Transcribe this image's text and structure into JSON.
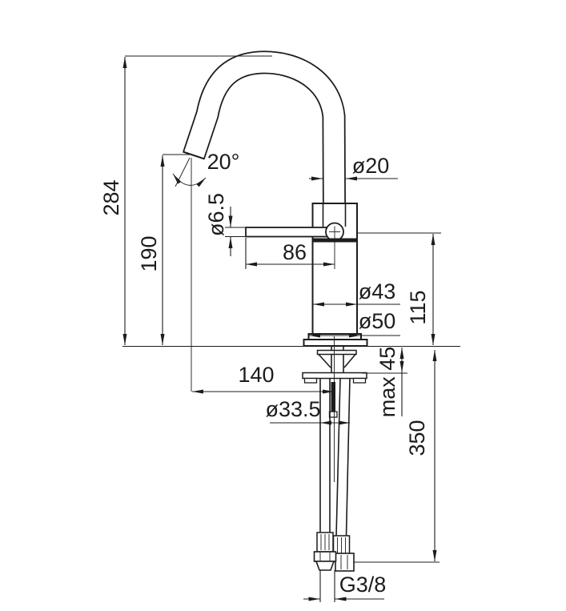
{
  "drawing": {
    "kind": "technical-dimension-drawing",
    "subject": "Single-lever basin mixer tap, side elevation with under-counter mounting hardware and flexible supply hoses",
    "units": "mm",
    "background_color": "#ffffff",
    "line_color": "#1c1c1c",
    "dimensions": {
      "overall_height": "284",
      "spout_outlet_height": "190",
      "spout_outlet_angle": "20°",
      "spout_tube_diameter": "ø20",
      "lever_rod_diameter": "ø6.5",
      "lever_length": "86",
      "body_diameter": "ø43",
      "base_diameter": "ø50",
      "body_height_above_deck": "115",
      "spout_reach": "140",
      "max_deck_thickness": "max 45",
      "mounting_hole_diameter": "ø33.5",
      "hose_length": "350",
      "supply_connection_thread": "G3/8"
    }
  }
}
